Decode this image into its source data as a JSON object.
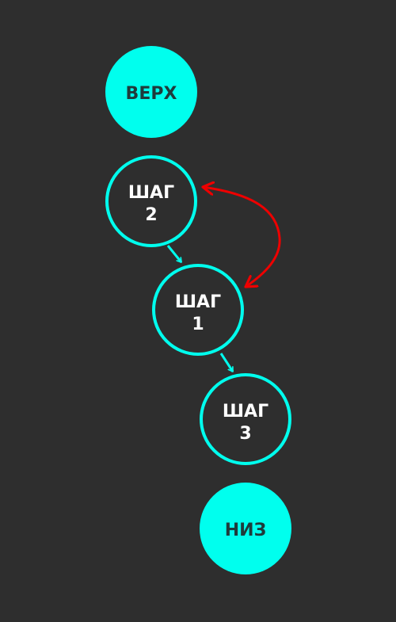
{
  "colors": {
    "background": "#2e2e2e",
    "node_accent": "#00ffee",
    "filled_text": "#1f3b3b",
    "outline_text": "#ffffff",
    "swap_arrow": "#ee0000"
  },
  "nodes": {
    "top": {
      "label": "ВЕРХ"
    },
    "step2": {
      "line1": "ШАГ",
      "line2": "2"
    },
    "step1": {
      "line1": "ШАГ",
      "line2": "1"
    },
    "step3": {
      "line1": "ШАГ",
      "line2": "3"
    },
    "bottom": {
      "label": "НИЗ"
    }
  }
}
